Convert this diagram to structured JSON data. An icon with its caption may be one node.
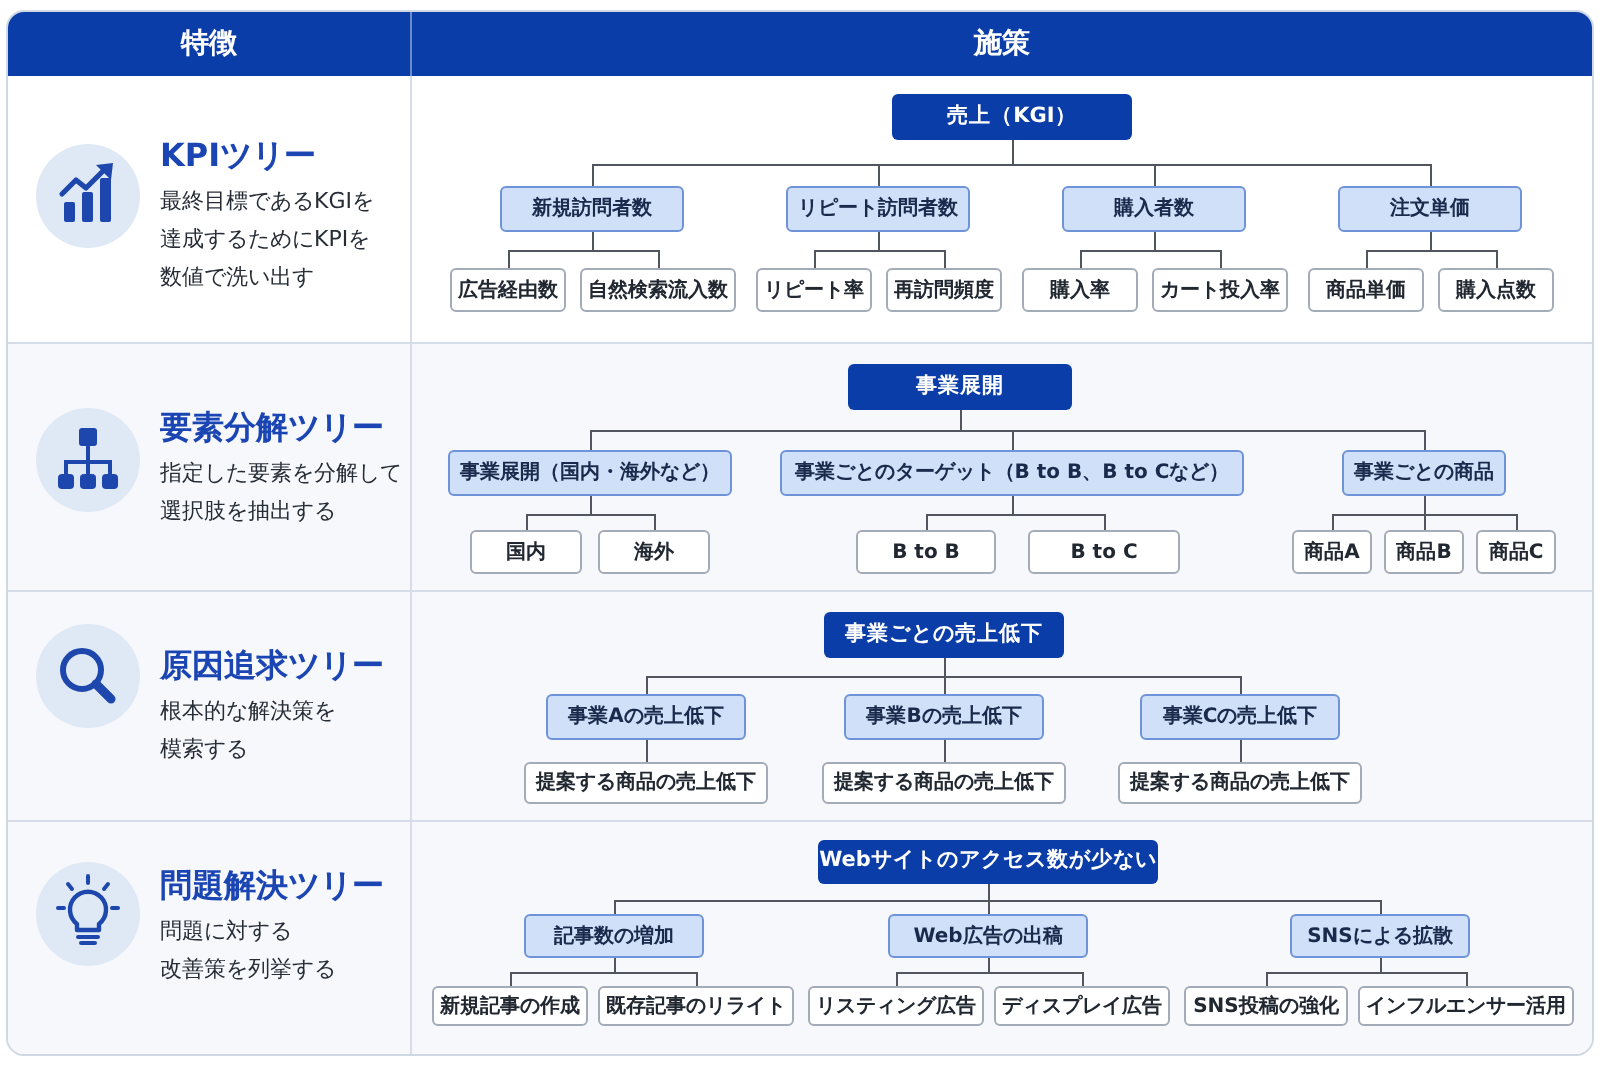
{
  "diagram": {
    "nodes": [
      {
        "text": [
          "特徴"
        ]
      },
      {
        "text": [
          "施策"
        ]
      },
      {
        "text": [
          "KPIツリー",
          "最終目標であるKGIを達成するためにKPIを数値で洗い出す"
        ]
      },
      {
        "text": [
          "売上（KGI）"
        ]
      },
      {
        "text": [
          "新規訪問者数"
        ]
      },
      {
        "text": [
          "リピート訪問者数"
        ]
      },
      {
        "text": [
          "購入者数"
        ]
      },
      {
        "text": [
          "注文単価"
        ]
      },
      {
        "text": [
          "広告経由数"
        ]
      },
      {
        "text": [
          "自然検索流入数"
        ]
      },
      {
        "text": [
          "リピート率"
        ]
      },
      {
        "text": [
          "再訪問頻度"
        ]
      },
      {
        "text": [
          "購入率"
        ]
      },
      {
        "text": [
          "カート投入率"
        ]
      },
      {
        "text": [
          "商品単価"
        ]
      },
      {
        "text": [
          "購入点数"
        ]
      },
      {
        "text": [
          "要素分解ツリー",
          "指定した要素を分解して選択肢を抽出する"
        ]
      },
      {
        "text": [
          "事業展開"
        ]
      },
      {
        "text": [
          "事業展開（国内・海外など）"
        ]
      },
      {
        "text": [
          "事業ごとのターゲット（B to B、B to Cなど）"
        ]
      },
      {
        "text": [
          "事業ごとの商品"
        ]
      },
      {
        "text": [
          "国内"
        ]
      },
      {
        "text": [
          "海外"
        ]
      },
      {
        "text": [
          "B to B"
        ]
      },
      {
        "text": [
          "B to C"
        ]
      },
      {
        "text": [
          "商品A"
        ]
      },
      {
        "text": [
          "商品B"
        ]
      },
      {
        "text": [
          "商品C"
        ]
      },
      {
        "text": [
          "原因追求ツリー",
          "根本的な解決策を模索する"
        ]
      },
      {
        "text": [
          "事業ごとの売上低下"
        ]
      },
      {
        "text": [
          "事業Aの売上低下"
        ]
      },
      {
        "text": [
          "事業Bの売上低下"
        ]
      },
      {
        "text": [
          "事業Cの売上低下"
        ]
      },
      {
        "text": [
          "提案する商品の売上低下"
        ]
      },
      {
        "text": [
          "提案する商品の売上低下"
        ]
      },
      {
        "text": [
          "提案する商品の売上低下"
        ]
      },
      {
        "text": [
          "問題解決ツリー",
          "問題に対する改善策を列挙する"
        ]
      },
      {
        "text": [
          "Webサイトのアクセス数が少ない"
        ]
      },
      {
        "text": [
          "記事数の増加"
        ]
      },
      {
        "text": [
          "Web広告の出稿"
        ]
      },
      {
        "text": [
          "SNSによる拡散"
        ]
      },
      {
        "text": [
          "新規記事の作成"
        ]
      },
      {
        "text": [
          "既存記事のリライト"
        ]
      },
      {
        "text": [
          "リスティング広告"
        ]
      },
      {
        "text": [
          "ディスプレイ広告"
        ]
      },
      {
        "text": [
          "SNS投稿の強化"
        ]
      },
      {
        "text": [
          "インフルエンサー活用"
        ]
      }
    ],
    "edges": [
      {
        "from": 3,
        "to": 4,
        "arrow": "none"
      },
      {
        "from": 3,
        "to": 5,
        "arrow": "none"
      },
      {
        "from": 3,
        "to": 6,
        "arrow": "none"
      },
      {
        "from": 3,
        "to": 7,
        "arrow": "none"
      },
      {
        "from": 4,
        "to": 8,
        "arrow": "none"
      },
      {
        "from": 4,
        "to": 9,
        "arrow": "none"
      },
      {
        "from": 5,
        "to": 10,
        "arrow": "none"
      },
      {
        "from": 5,
        "to": 11,
        "arrow": "none"
      },
      {
        "from": 6,
        "to": 12,
        "arrow": "none"
      },
      {
        "from": 6,
        "to": 13,
        "arrow": "none"
      },
      {
        "from": 7,
        "to": 14,
        "arrow": "none"
      },
      {
        "from": 7,
        "to": 15,
        "arrow": "none"
      },
      {
        "from": 17,
        "to": 18,
        "arrow": "none"
      },
      {
        "from": 17,
        "to": 19,
        "arrow": "none"
      },
      {
        "from": 17,
        "to": 20,
        "arrow": "none"
      },
      {
        "from": 18,
        "to": 21,
        "arrow": "none"
      },
      {
        "from": 18,
        "to": 22,
        "arrow": "none"
      },
      {
        "from": 19,
        "to": 23,
        "arrow": "none"
      },
      {
        "from": 19,
        "to": 24,
        "arrow": "none"
      },
      {
        "from": 20,
        "to": 25,
        "arrow": "none"
      },
      {
        "from": 20,
        "to": 26,
        "arrow": "none"
      },
      {
        "from": 20,
        "to": 27,
        "arrow": "none"
      },
      {
        "from": 29,
        "to": 30,
        "arrow": "none"
      },
      {
        "from": 29,
        "to": 31,
        "arrow": "none"
      },
      {
        "from": 29,
        "to": 32,
        "arrow": "none"
      },
      {
        "from": 30,
        "to": 33,
        "arrow": "none"
      },
      {
        "from": 31,
        "to": 34,
        "arrow": "none"
      },
      {
        "from": 32,
        "to": 35,
        "arrow": "none"
      },
      {
        "from": 37,
        "to": 38,
        "arrow": "none"
      },
      {
        "from": 37,
        "to": 39,
        "arrow": "none"
      },
      {
        "from": 37,
        "to": 40,
        "arrow": "none"
      },
      {
        "from": 38,
        "to": 41,
        "arrow": "none"
      },
      {
        "from": 38,
        "to": 42,
        "arrow": "none"
      },
      {
        "from": 39,
        "to": 43,
        "arrow": "none"
      },
      {
        "from": 39,
        "to": 44,
        "arrow": "none"
      },
      {
        "from": 40,
        "to": 45,
        "arrow": "none"
      },
      {
        "from": 40,
        "to": 46,
        "arrow": "none"
      }
    ]
  }
}
